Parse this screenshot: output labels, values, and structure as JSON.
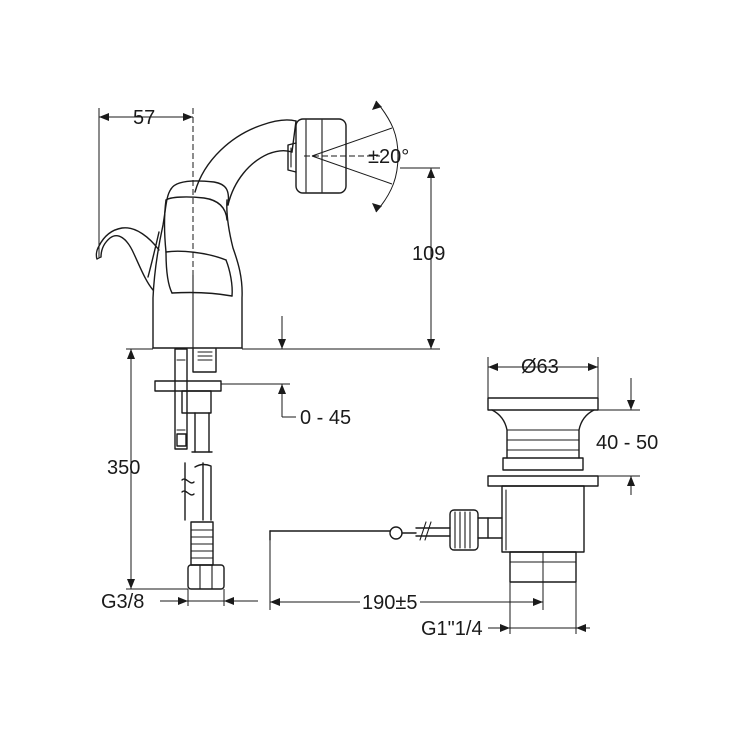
{
  "labels": {
    "width_57": "57",
    "angle": "±20°",
    "height_109": "109",
    "range_0_45": "0 - 45",
    "hose_350": "350",
    "thread_g38": "G3/8",
    "dia_63": "Ø63",
    "range_40_50": "40 - 50",
    "length_190": "190±5",
    "thread_g1_14": "G1\"1/4"
  },
  "colors": {
    "line": "#1a1a1a",
    "background": "#ffffff"
  }
}
